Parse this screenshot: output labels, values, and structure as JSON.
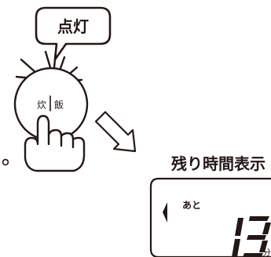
{
  "callout": {
    "text": "点灯"
  },
  "button": {
    "label_left": "炊",
    "label_right": "飯"
  },
  "panel": {
    "title": "残り時間表示",
    "prefix": "あと",
    "value": "13",
    "unit": "分"
  },
  "colors": {
    "ink": "#231815",
    "background": "#ffffff"
  }
}
